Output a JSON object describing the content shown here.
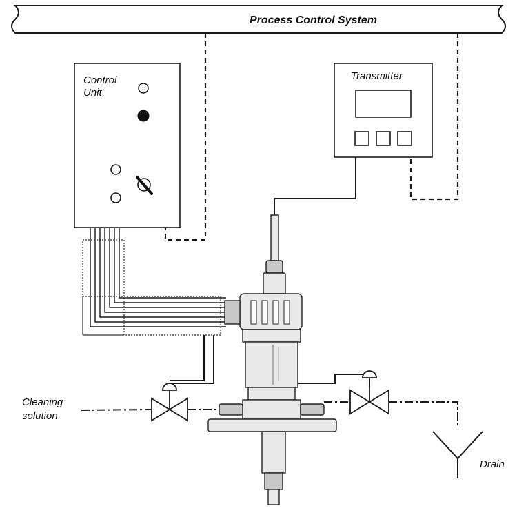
{
  "bus": {
    "label": "Process Control System"
  },
  "control_unit": {
    "label_line1": "Control",
    "label_line2": "Unit"
  },
  "transmitter": {
    "label": "Transmitter"
  },
  "inlet": {
    "label_line1": "Cleaning",
    "label_line2": "solution"
  },
  "drain": {
    "label": "Drain"
  }
}
